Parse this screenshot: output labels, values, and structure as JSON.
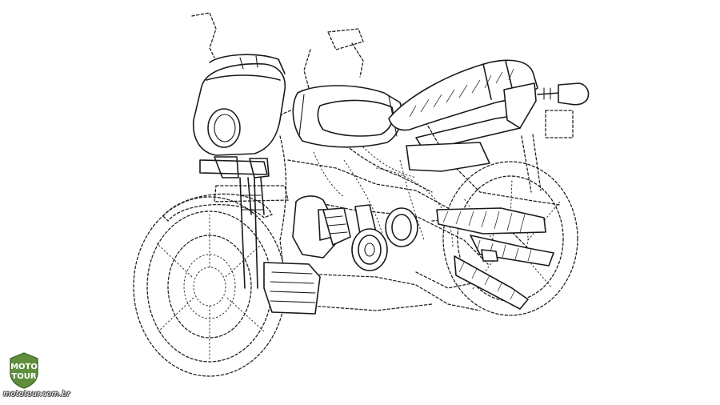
{
  "image": {
    "subject": "patent line drawing of a cafe-racer style motorcycle",
    "background_color": "#ffffff",
    "line_color": "#1a1a1a"
  },
  "watermark": {
    "badge_line1": "MOTO",
    "badge_line2": "TOUR",
    "url": "mototour.com.br",
    "badge_color": "#5f8f3e",
    "badge_icon": "shield-badge-icon"
  }
}
